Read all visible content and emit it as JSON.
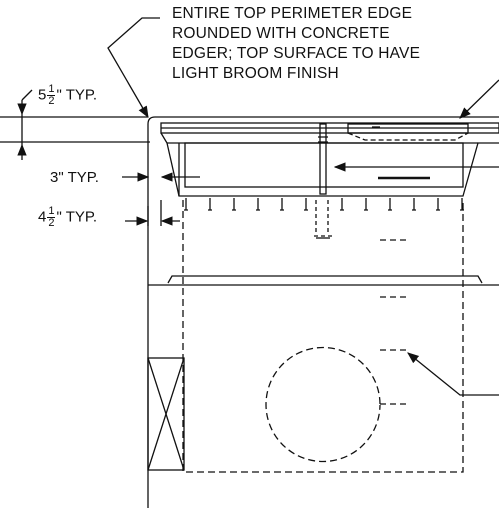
{
  "note": {
    "lines": [
      "ENTIRE TOP PERIMETER EDGE",
      "ROUNDED WITH CONCRETE",
      "EDGER; TOP SURFACE TO HAVE",
      "LIGHT BROOM FINISH"
    ]
  },
  "dims": {
    "top_thickness": {
      "whole": "5",
      "num": "1",
      "den": "2",
      "suffix": "\" TYP."
    },
    "side_wall": {
      "text": "3\" TYP."
    },
    "bottom_offset": {
      "whole": "4",
      "num": "1",
      "den": "2",
      "suffix": "\" TYP."
    }
  }
}
